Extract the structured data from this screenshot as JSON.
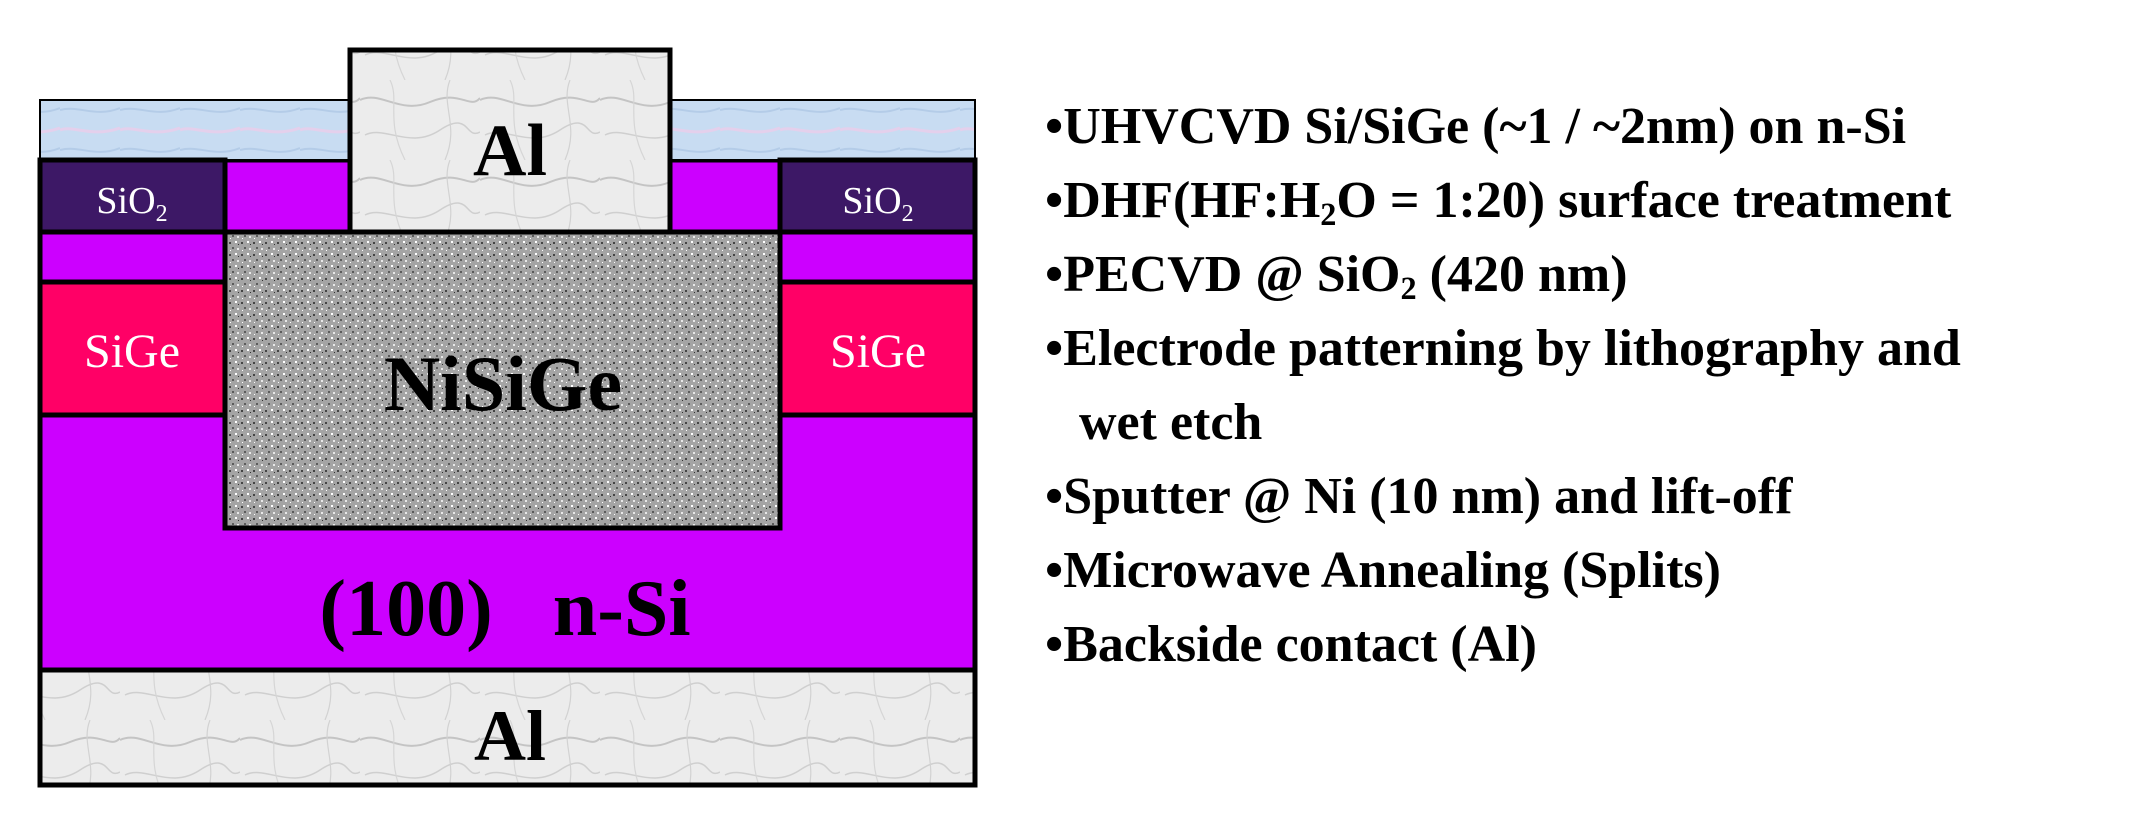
{
  "diagram": {
    "layers": {
      "top_metal": "Al",
      "silicide": "NiSiGe",
      "oxide_left": {
        "base": "SiO",
        "sub": "2"
      },
      "oxide_right": {
        "base": "SiO",
        "sub": "2"
      },
      "sige_left": "SiGe",
      "sige_right": "SiGe",
      "substrate": "(100)   n-Si",
      "bottom_metal": "Al"
    },
    "colors": {
      "substrate": "#cc00ff",
      "sige": "#ff0066",
      "oxide": "#3d1866",
      "passivation": "#c8dcf2",
      "metal": "#e6e6e6",
      "silicide": "#9a9a9a",
      "outline": "#000000"
    }
  },
  "process_steps": [
    {
      "bullet": "•",
      "parts": [
        "UHVCVD Si/SiGe (~1 / ~2nm) on n-Si"
      ]
    },
    {
      "bullet": "•",
      "parts": [
        "DHF(HF:H",
        "2",
        "O = 1:20) surface treatment"
      ]
    },
    {
      "bullet": "•",
      "parts": [
        "PECVD @ SiO",
        "2",
        " (420 nm)"
      ]
    },
    {
      "bullet": "•",
      "parts": [
        "Electrode patterning by lithography and"
      ],
      "continuation": "wet etch"
    },
    {
      "bullet": "•",
      "parts": [
        "Sputter @ Ni (10 nm) and lift-off"
      ]
    },
    {
      "bullet": "•",
      "parts": [
        "Microwave Annealing (Splits)"
      ]
    },
    {
      "bullet": "•",
      "parts": [
        "Backside contact (Al)"
      ]
    }
  ]
}
